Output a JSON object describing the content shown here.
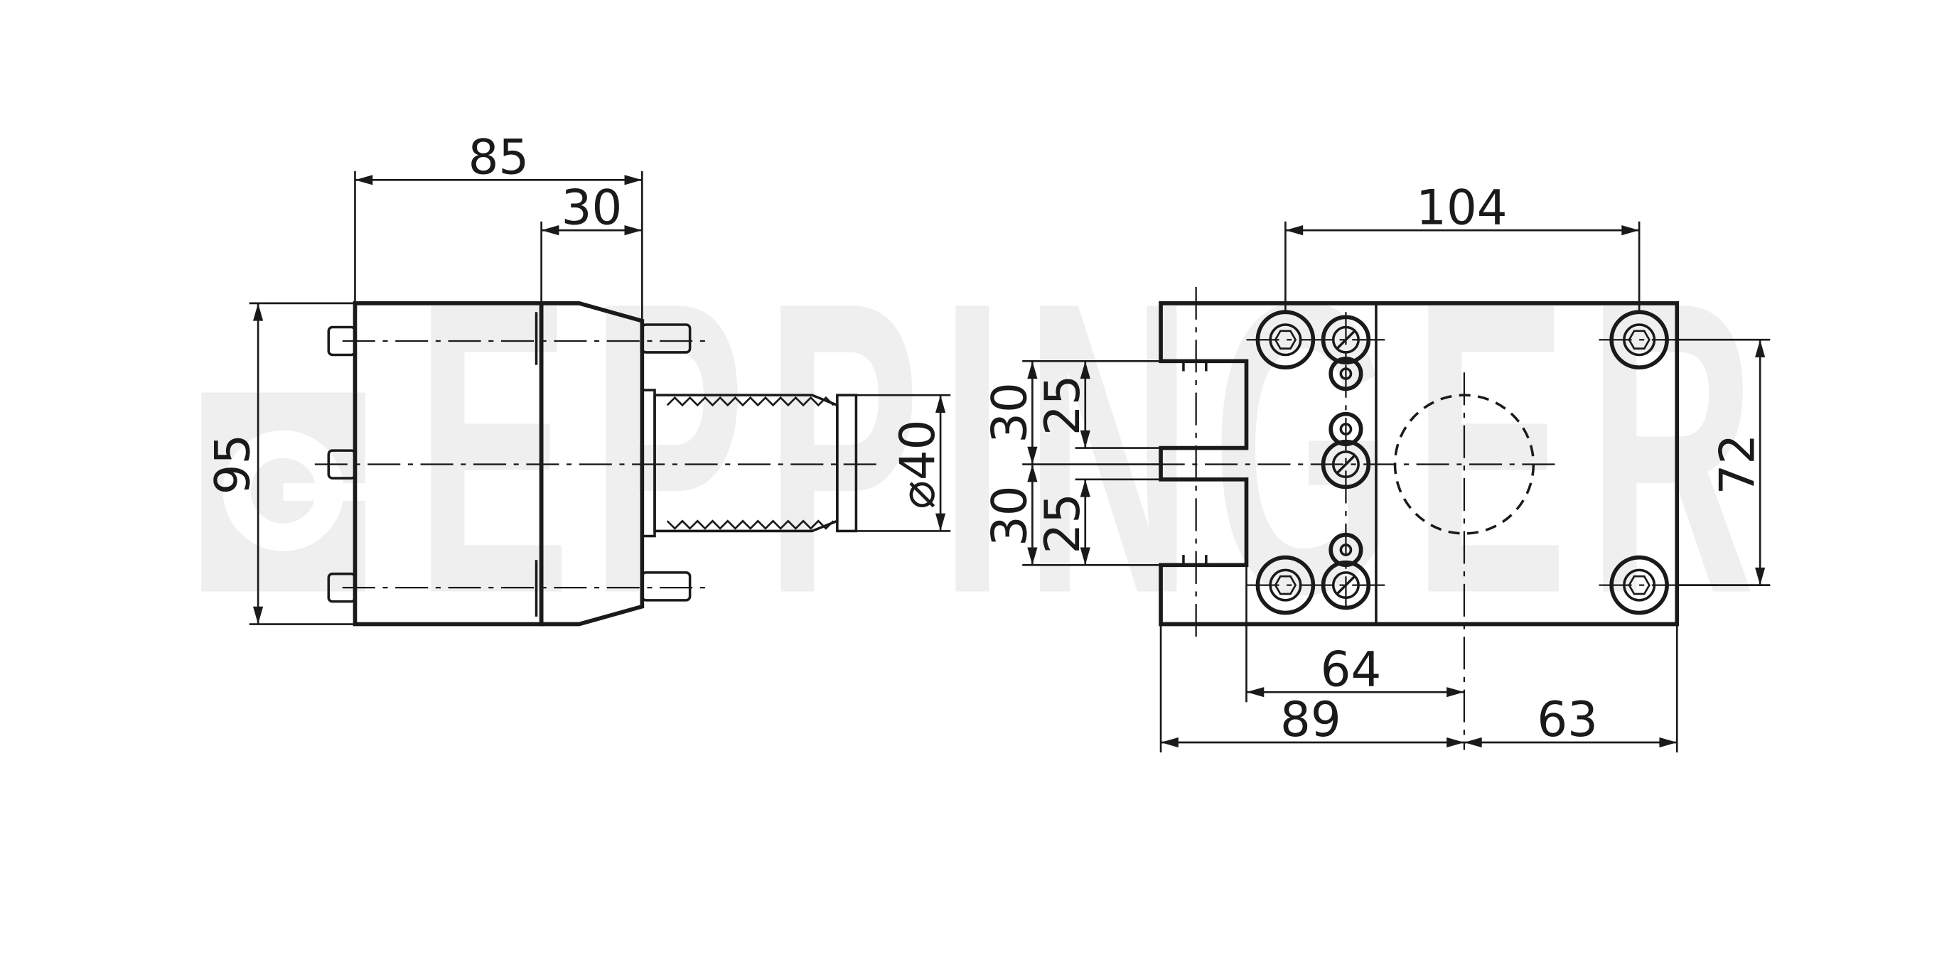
{
  "watermark": {
    "text": "EPPINGER",
    "logo_icon": "eppinger-logo-icon"
  },
  "side_view": {
    "dims": {
      "overall_length": "85",
      "front_section": "30",
      "height": "95",
      "shank_diameter": "⌀40"
    }
  },
  "front_view": {
    "dims": {
      "bolt_spacing_horizontal": "104",
      "bolt_spacing_vertical": "72",
      "slot_offset_upper_outer": "30",
      "slot_offset_upper_inner": "25",
      "slot_offset_lower_outer": "30",
      "slot_offset_lower_inner": "25",
      "slot_to_center": "64",
      "left_to_center": "89",
      "center_to_right": "63"
    }
  }
}
